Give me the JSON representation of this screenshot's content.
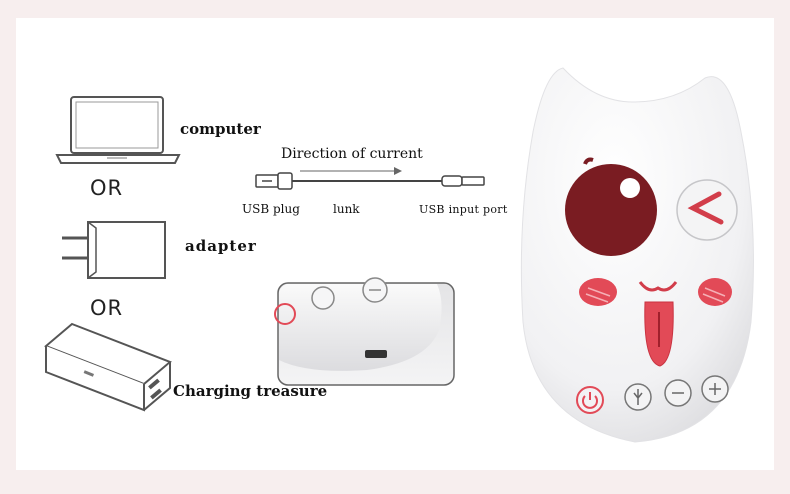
{
  "sources": {
    "computer": "computer",
    "or1": "OR",
    "adapter": "adapter",
    "or2": "OR",
    "power_bank": "Charging treasure"
  },
  "cable": {
    "direction": "Direction of current",
    "usb_plug": "USB plug",
    "link": "lunk",
    "input_port": "USB input port"
  },
  "colors": {
    "background": "#f7eeee",
    "panel": "#ffffff",
    "device_body": "#f1f1f3",
    "eye": "#7a1c22",
    "cheek": "#e24a57",
    "line": "#555555"
  },
  "icons": [
    "laptop-icon",
    "wall-adapter-icon",
    "power-bank-icon",
    "usb-cable-icon",
    "power-button-icon",
    "mode-button-icon",
    "minus-button-icon",
    "plus-button-icon"
  ]
}
